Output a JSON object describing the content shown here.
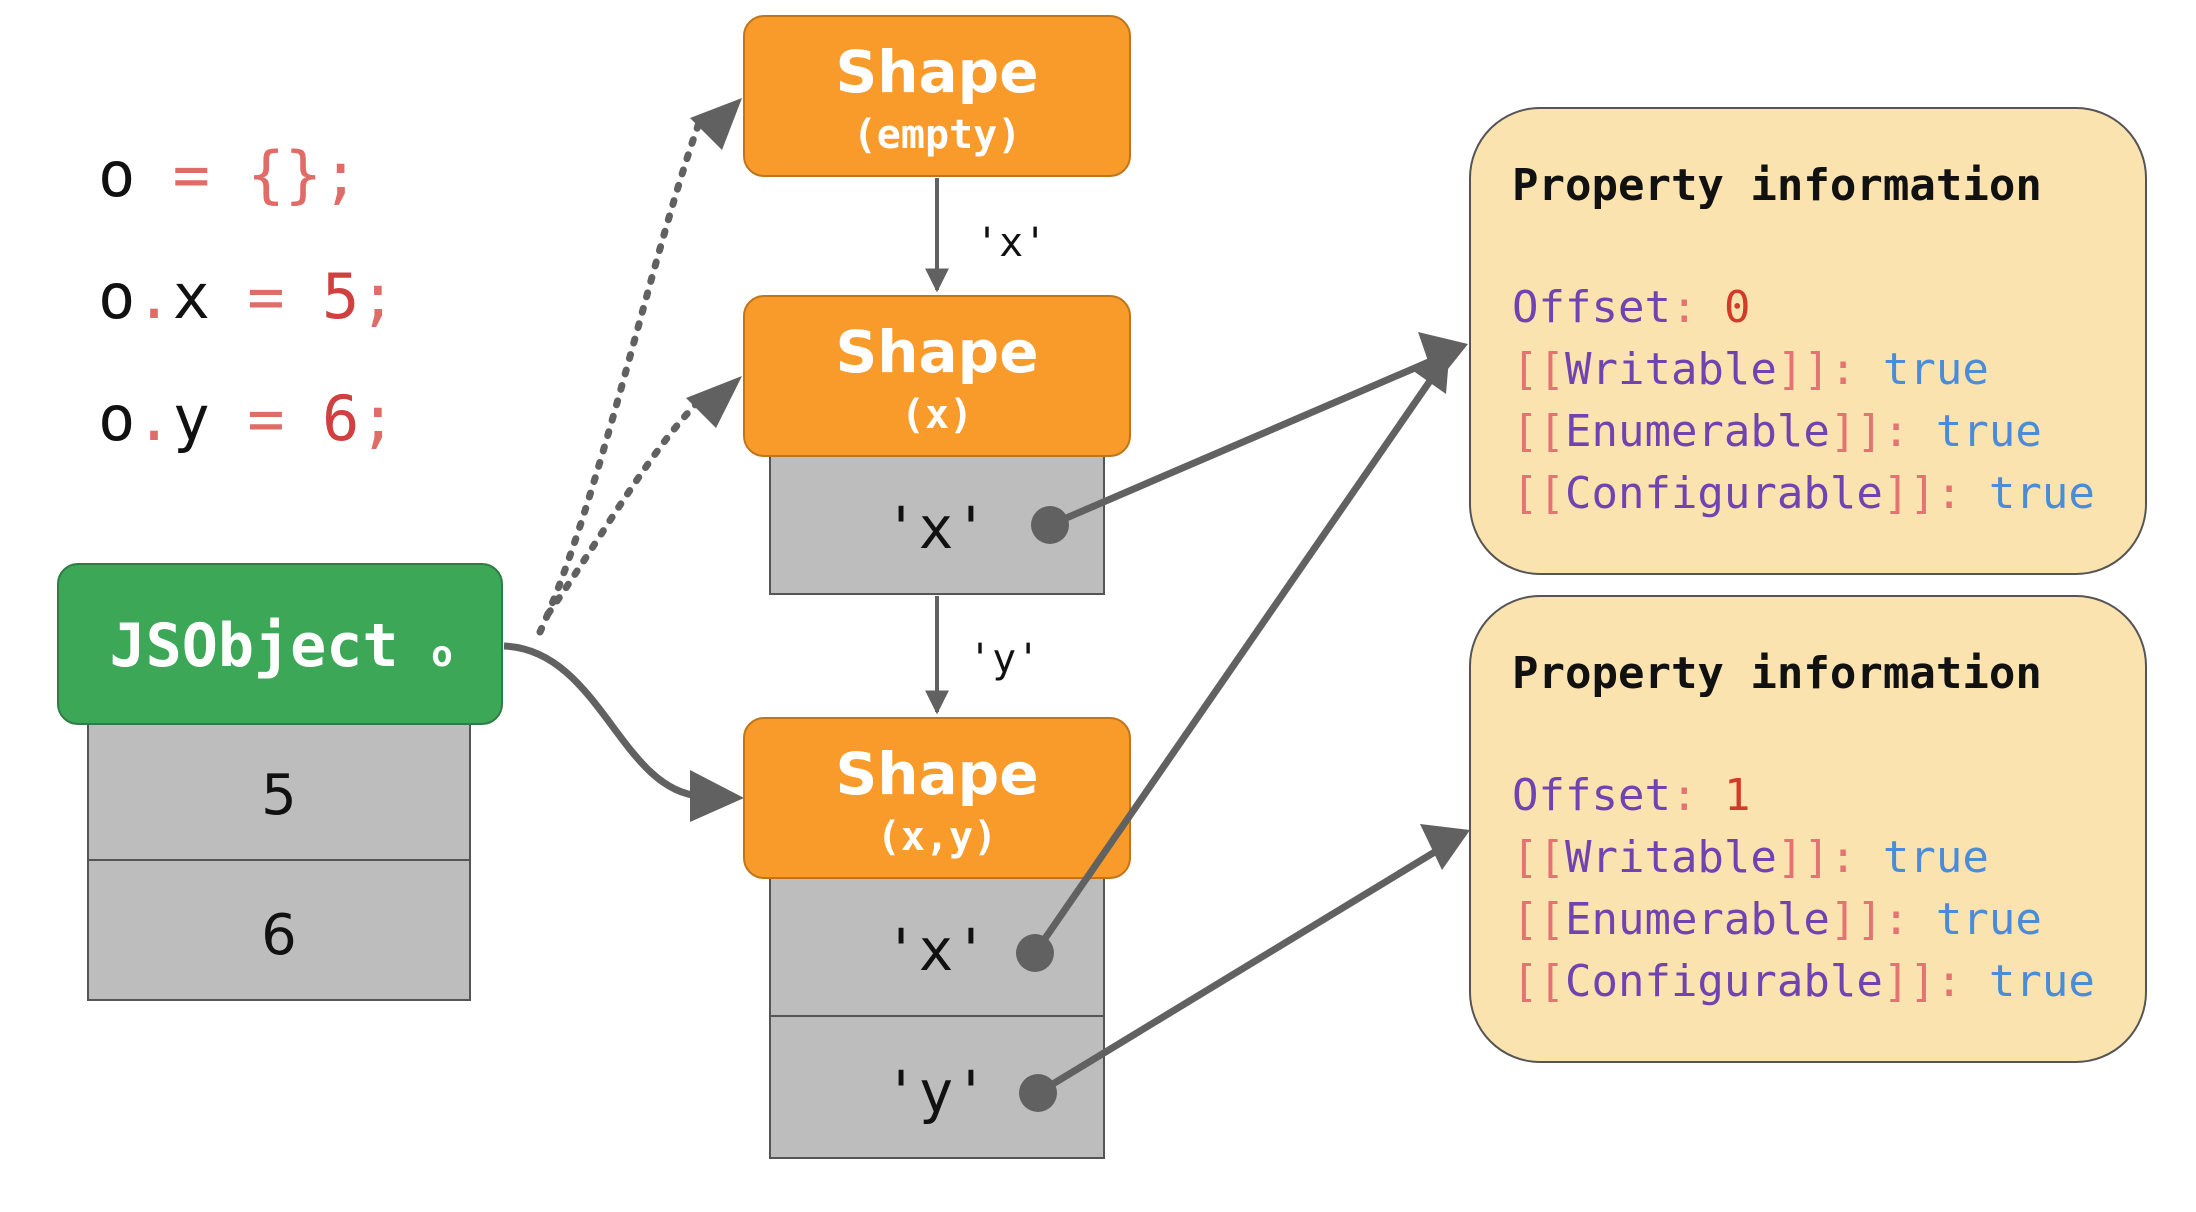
{
  "colors": {
    "shape_fill": "#F99B2A",
    "jsobject_fill": "#3BA757",
    "slot_fill": "#BDBDBD",
    "info_fill": "#FBE3B0",
    "arrow": "#616161",
    "code_op": "#E06C68",
    "code_num": "#D04040",
    "code_ident": "#111111",
    "prop_key": "#7044B0",
    "prop_bracket": "#E57373",
    "prop_true": "#4A8CD8",
    "prop_offset_val": "#D23A2A"
  },
  "code": {
    "line1": {
      "ident": "o",
      "op": " = ",
      "value": "{}",
      "semi": ";"
    },
    "line2": {
      "ident": "o",
      "dot": ".",
      "prop": "x",
      "op": " = ",
      "value": "5",
      "semi": ";"
    },
    "line3": {
      "ident": "o",
      "dot": ".",
      "prop": "y",
      "op": " = ",
      "value": "6",
      "semi": ";"
    }
  },
  "jsobject": {
    "title": "JSObject",
    "name": "o",
    "slots": [
      "5",
      "6"
    ]
  },
  "shapes": [
    {
      "title": "Shape",
      "subtitle": "(empty)",
      "slots": []
    },
    {
      "title": "Shape",
      "subtitle": "(x)",
      "slots": [
        "'x'"
      ]
    },
    {
      "title": "Shape",
      "subtitle": "(x,y)",
      "slots": [
        "'x'",
        "'y'"
      ]
    }
  ],
  "transitions": [
    "'x'",
    "'y'"
  ],
  "property_info": [
    {
      "heading": "Property information",
      "offset_label": "Offset",
      "offset_value": "0",
      "writable": "Writable",
      "enumerable": "Enumerable",
      "configurable": "Configurable",
      "value": "true"
    },
    {
      "heading": "Property information",
      "offset_label": "Offset",
      "offset_value": "1",
      "writable": "Writable",
      "enumerable": "Enumerable",
      "configurable": "Configurable",
      "value": "true"
    }
  ]
}
